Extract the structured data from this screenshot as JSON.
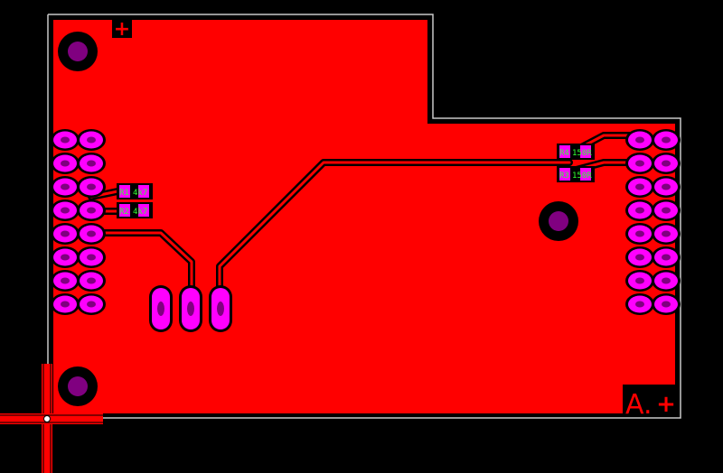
{
  "colors": {
    "background": "#000000",
    "copper": "#ff0000",
    "pad": "#ff00ff",
    "outline": "#c8c8c8",
    "silkscreen": "#33ff33",
    "clearance": "#000000"
  },
  "components": {
    "r1": {
      "designator": "R1",
      "value": "4k7"
    },
    "r2": {
      "designator": "R2",
      "value": "4k7"
    },
    "r3": {
      "designator": "R3",
      "value": "150R"
    },
    "r4": {
      "designator": "R4",
      "value": "150R"
    }
  },
  "markers": {
    "top_left": "+",
    "bottom_right_label": "A.",
    "bottom_right_plus": "+"
  }
}
